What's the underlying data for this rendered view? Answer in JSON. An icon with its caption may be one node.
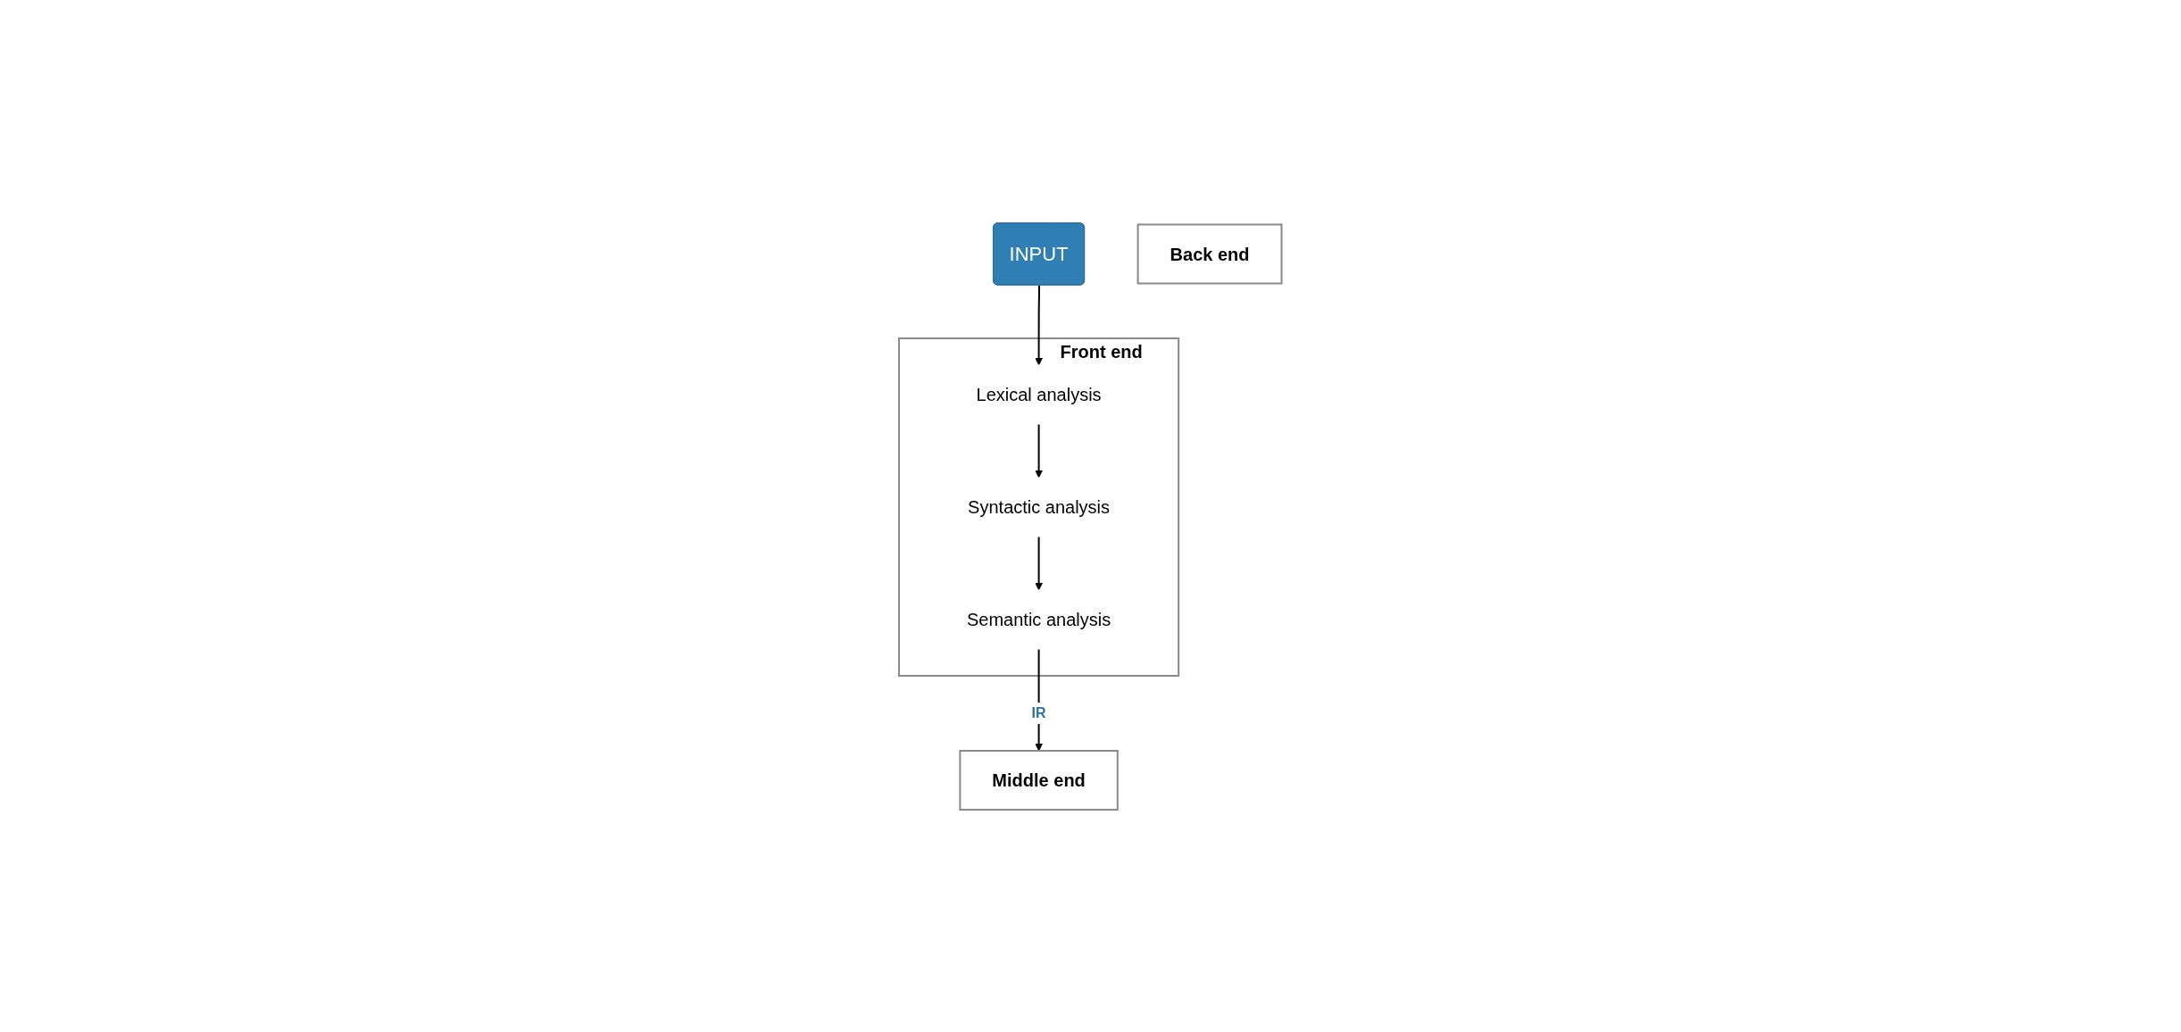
{
  "diagram": {
    "nodes": [
      {
        "text": [
          "INPUT"
        ]
      },
      {
        "text": [
          "Front end"
        ]
      },
      {
        "text": [
          "Lexical analysis"
        ],
        "in": 1
      },
      {
        "text": [
          "Syntactic analysis"
        ],
        "in": 1
      },
      {
        "text": [
          "Semantic analysis"
        ],
        "in": 1
      },
      {
        "text": [
          "Middle end"
        ]
      },
      {
        "text": [
          "Back end"
        ]
      }
    ],
    "edges": [
      {
        "from": 0,
        "to": 2,
        "arrow": "to"
      },
      {
        "from": 2,
        "to": 3,
        "arrow": "to"
      },
      {
        "from": 3,
        "to": 4,
        "arrow": "to"
      },
      {
        "from": 4,
        "to": 5,
        "arrow": "to",
        "label": "IR"
      }
    ]
  }
}
